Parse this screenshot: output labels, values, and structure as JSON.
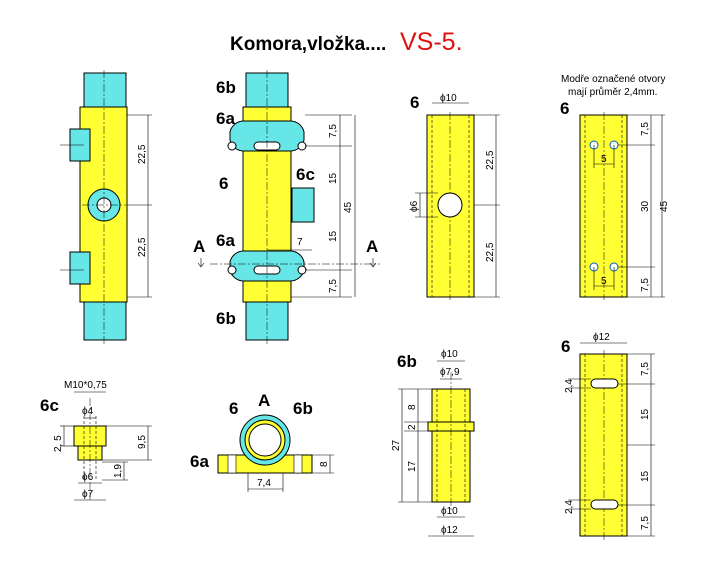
{
  "title": {
    "main": "Komora,vložka....",
    "code": "VS-5."
  },
  "note": {
    "line1": "Modře označené otvory",
    "line2": "mají průměr 2,4mm."
  },
  "labels": {
    "6": "6",
    "6a": "6a",
    "6b": "6b",
    "6c": "6c",
    "A": "A"
  },
  "dims": {
    "d225": "22,5",
    "d75": "7,5",
    "d15": "15",
    "d45": "45",
    "d7": "7",
    "d30": "30",
    "d5": "5",
    "phi10": "ϕ10",
    "phi6": "ϕ6",
    "phi12": "ϕ12",
    "phi79": "ϕ7,9",
    "phi4": "ϕ4",
    "phi7": "ϕ7",
    "m10": "M10*0,75",
    "d25": "2, 5",
    "d95": "9,5",
    "d19": "1,9",
    "d74": "7,4",
    "d8": "8",
    "d27": "27",
    "d2": "2",
    "d17": "17",
    "d24": "2,4"
  },
  "colors": {
    "body": "#ffff33",
    "tube": "#66e6e6",
    "accent": "#e01010",
    "blue_hole": "#0060c0"
  }
}
